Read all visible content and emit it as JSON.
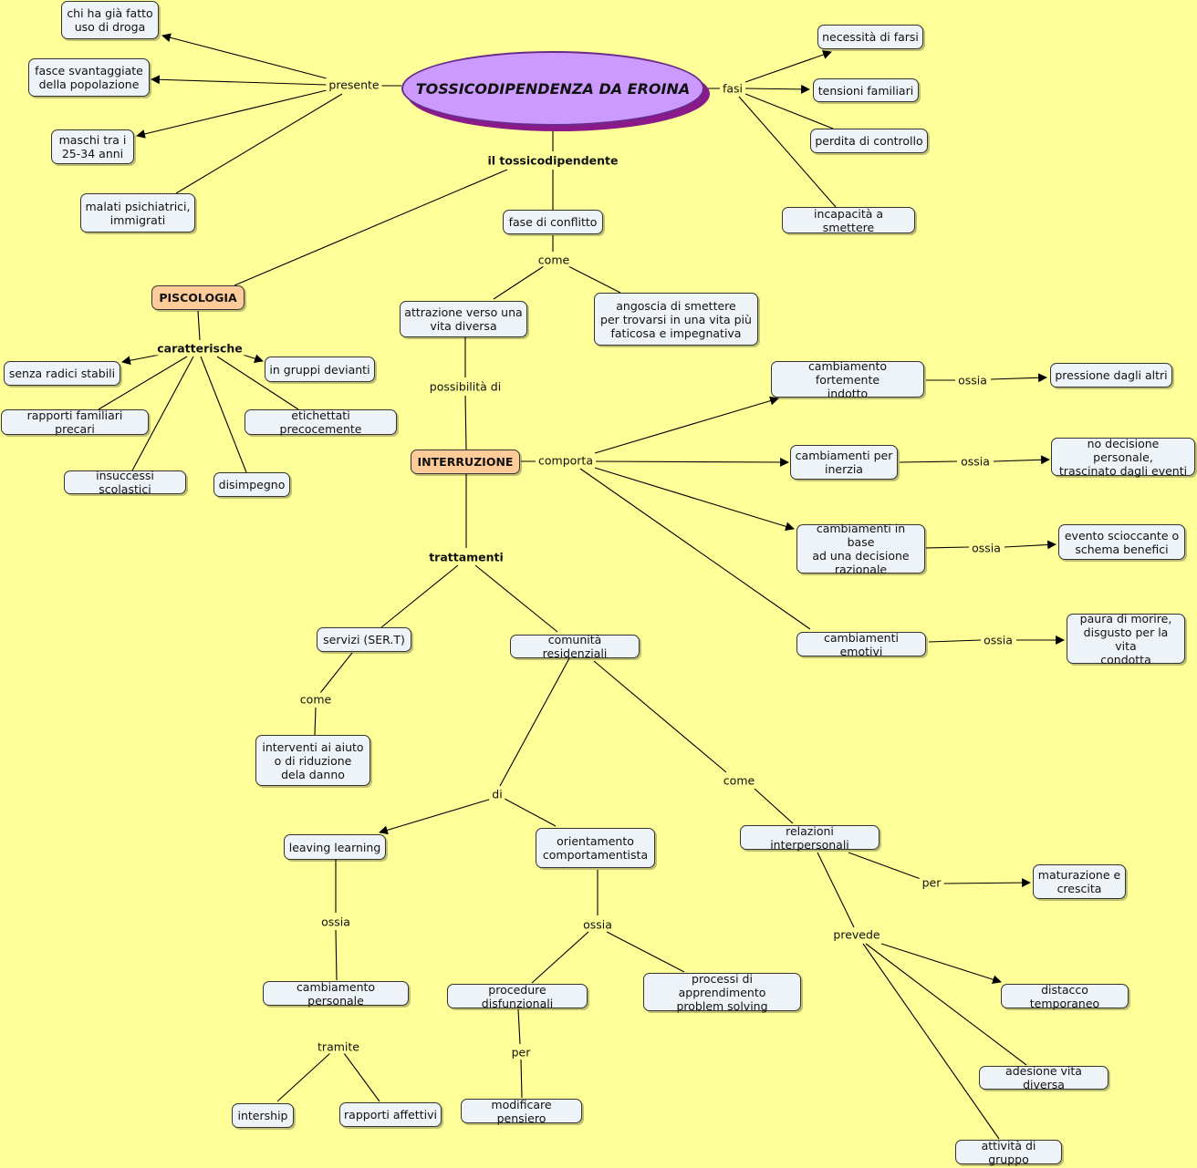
{
  "root": {
    "title": "TOSSICODIPENDENZA DA EROINA"
  },
  "labels": {
    "presente": "presente",
    "fasi": "fasi",
    "il_tossicodipendente": "il tossicodipendente",
    "come1": "come",
    "caratterische": "caratterische",
    "possibilita_di": "possibilità di",
    "comporta": "comporta",
    "ossia1": "ossia",
    "ossia2": "ossia",
    "ossia3": "ossia",
    "ossia4": "ossia",
    "trattamenti": "trattamenti",
    "come2": "come",
    "di": "di",
    "come3": "come",
    "ossia5": "ossia",
    "ossia6": "ossia",
    "per1": "per",
    "prevede": "prevede",
    "tramite": "tramite",
    "per2": "per"
  },
  "nodes": {
    "chi_ha_gia": "chi ha già fatto\nuso di droga",
    "fasce": "fasce svantaggiate\ndella popolazione",
    "maschi": "maschi tra i\n25-34 anni",
    "malati": "malati psichiatrici,\nimmigrati",
    "necessita": "necessità di farsi",
    "tensioni": "tensioni familiari",
    "perdita": "perdita di controllo",
    "incapacita": "incapacità a smettere",
    "fase_conflitto": "fase di conflitto",
    "psicologia": "PISCOLOGIA",
    "attrazione": "attrazione verso una\nvita diversa",
    "angoscia": "angoscia di smettere\nper trovarsi in una vita più\nfaticosa e impegnativa",
    "senza_radici": "senza radici stabili",
    "in_gruppi": "in gruppi devianti",
    "rapporti_familiari": "rapporti familiari precari",
    "etichettati": "etichettati precocemente",
    "insuccessi": "insuccessi scolastici",
    "disimpegno": "disimpegno",
    "interruzione": "INTERRUZIONE",
    "cambiamento_fortemente": "cambiamento fortemente\nindotto",
    "pressione": "pressione dagli altri",
    "cambiamenti_inerzia": "cambiamenti per\ninerzia",
    "no_decisione": "no decisione personale,\ntrascinato dagli eventi",
    "cambiamenti_decisione": "cambiamenti in base\nad una decisione\nrazionale",
    "evento": "evento scioccante o\nschema benefici",
    "cambiamenti_emotivi": "cambiamenti emotivi",
    "paura": "paura di morire,\ndisgusto per la vita\ncondotta",
    "servizi": "servizi (SER.T)",
    "comunita": "comunità residenziali",
    "interventi": "interventi ai aiuto\no di riduzione\ndela danno",
    "leaving": "leaving learning",
    "orientamento": "orientamento\ncomportamentista",
    "relazioni": "relazioni interpersonali",
    "maturazione": "maturazione e\ncrescita",
    "cambiamento_personale": "cambiamento personale",
    "procedure": "procedure disfunzionali",
    "processi": "processi di apprendimento\nproblem solving",
    "distacco": "distacco temporaneo",
    "adesione": "adesione vita diversa",
    "intership": "intership",
    "rapporti_affettivi": "rapporti affettivi",
    "modificare": "modificare pensiero",
    "attivita": "attività di gruppo"
  }
}
